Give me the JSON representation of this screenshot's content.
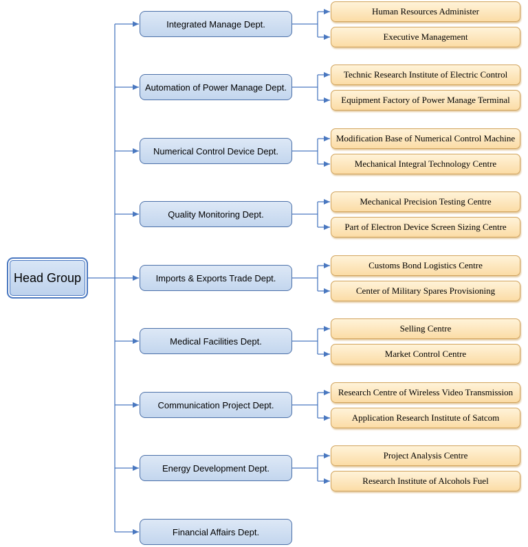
{
  "root": "Head Group",
  "departments": [
    {
      "name": "Integrated Manage Dept.",
      "units": [
        "Human Resources Administer",
        "Executive Management"
      ]
    },
    {
      "name": "Automation of Power Manage Dept.",
      "units": [
        "Technic Research Institute of Electric Control",
        "Equipment Factory of Power Manage Terminal"
      ]
    },
    {
      "name": "Numerical Control Device Dept.",
      "units": [
        "Modification Base of Numerical Control Machine",
        "Mechanical Integral Technology Centre"
      ]
    },
    {
      "name": "Quality Monitoring Dept.",
      "units": [
        "Mechanical Precision Testing Centre",
        "Part of Electron Device Screen Sizing Centre"
      ]
    },
    {
      "name": "Imports & Exports Trade Dept.",
      "units": [
        "Customs Bond Logistics Centre",
        "Center of Military Spares Provisioning"
      ]
    },
    {
      "name": "Medical Facilities Dept.",
      "units": [
        "Selling Centre",
        "Market Control Centre"
      ]
    },
    {
      "name": "Communication Project Dept.",
      "units": [
        "Research Centre of Wireless Video Transmission",
        "Application Research Institute of Satcom"
      ]
    },
    {
      "name": "Energy Development Dept.",
      "units": [
        "Project Analysis Centre",
        "Research Institute of Alcohols Fuel"
      ]
    },
    {
      "name": "Financial Affairs Dept.",
      "units": []
    }
  ],
  "colors": {
    "connector": "#4a78c0",
    "dept_fill": "#c9d9ef",
    "unit_fill": "#fde3b2",
    "unit_border": "#d1a35c"
  }
}
